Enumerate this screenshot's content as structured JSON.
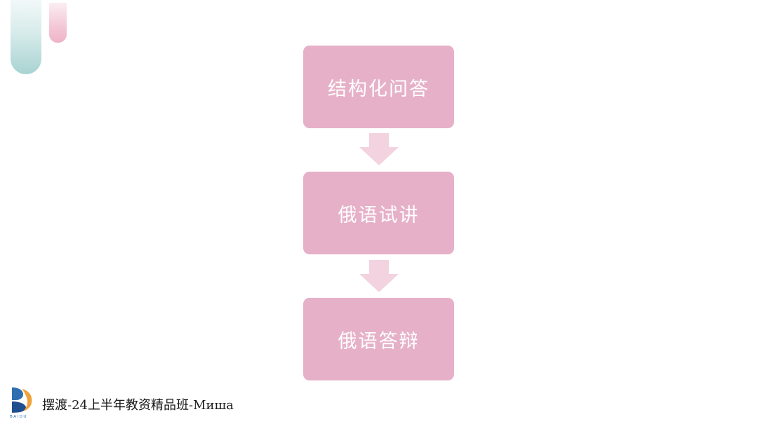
{
  "flowchart": {
    "steps": [
      {
        "label": "结构化问答"
      },
      {
        "label": "俄语试讲"
      },
      {
        "label": "俄语答辩"
      }
    ]
  },
  "footer": {
    "text": "摆渡-24上半年教资精品班-Миша",
    "logo_text": "BAIDU"
  },
  "colors": {
    "box_fill": "#e6b1c8",
    "arrow_fill": "#f2d3df",
    "box_text": "#ffffff",
    "deco_teal": "#a8d3d2",
    "deco_pink": "#eeb3c8"
  }
}
